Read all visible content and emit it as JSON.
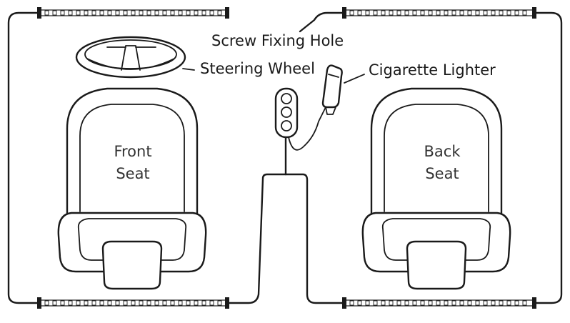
{
  "labels": {
    "screw_fixing_hole": "Screw Fixing Hole",
    "steering_wheel": "Steering Wheel",
    "cigarette_lighter": "Cigarette Lighter",
    "front_seat_line1": "Front",
    "front_seat_line2": "Seat",
    "back_seat_line1": "Back",
    "back_seat_line2": "Seat"
  },
  "colors": {
    "line": "#1a1a1a",
    "seat_text": "#333333",
    "background": "#ffffff"
  },
  "components": {
    "led_strips": [
      "top-left-strip",
      "top-right-strip",
      "bottom-left-strip",
      "bottom-right-strip"
    ],
    "icons": [
      "steering-wheel-icon",
      "cigarette-lighter-icon",
      "control-box-icon",
      "front-seat-icon",
      "back-seat-icon"
    ]
  }
}
